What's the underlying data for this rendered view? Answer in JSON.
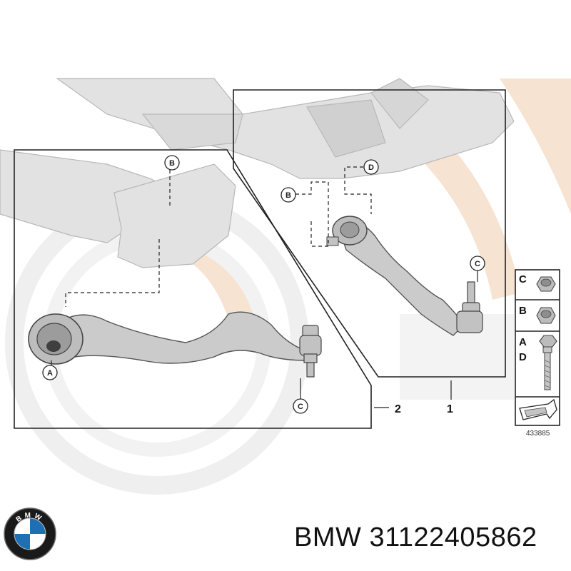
{
  "diagram": {
    "callouts": {
      "upper_b": "B",
      "left_a": "A",
      "left_c": "C",
      "right_b": "B",
      "right_d": "D",
      "right_c": "C"
    },
    "group_numbers": {
      "right_group": "1",
      "left_group": "2"
    },
    "legend": [
      {
        "letter": "C",
        "part": "nut"
      },
      {
        "letter": "B",
        "part": "nut"
      },
      {
        "letter": "A",
        "letter2": "D",
        "part": "bolt"
      }
    ],
    "reference_number": "433885",
    "colors": {
      "watermark_orange": "#f3d9c2",
      "watermark_gray": "#e8e8e8",
      "part_gray": "#c9c9c9",
      "outline": "#444444",
      "frame_line": "#222222"
    }
  },
  "caption": {
    "brand": "BMW",
    "part_number": "31122405862"
  },
  "logo": {
    "text": "BMW",
    "colors": {
      "ring": "#1a1a1a",
      "blue": "#1f6fb5",
      "white": "#ffffff"
    }
  }
}
